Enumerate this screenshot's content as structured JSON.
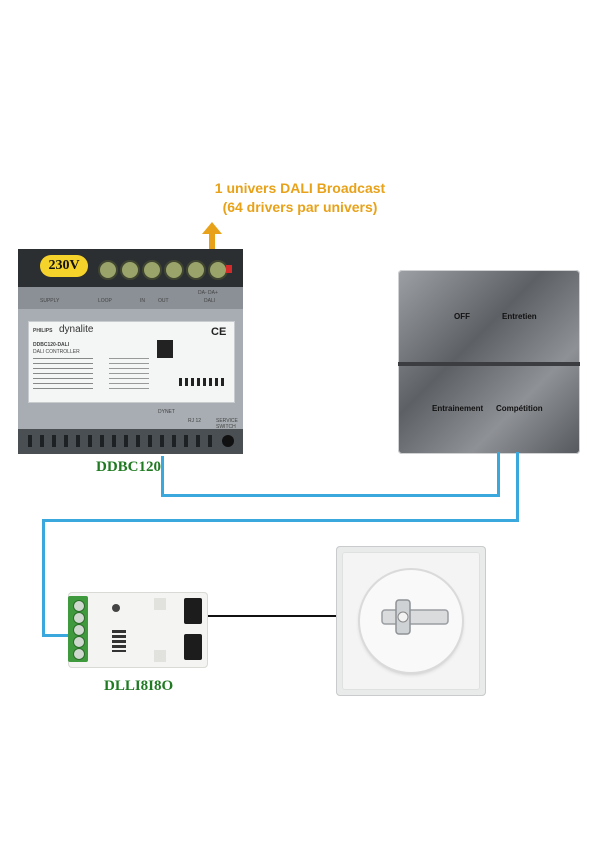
{
  "annotation": {
    "line1": "1 univers DALI Broadcast",
    "line2": "(64 drivers par univers)",
    "color": "#e8a21a"
  },
  "controller": {
    "name": "DDBC120",
    "voltage_badge": "230V",
    "brand": "dynalite",
    "maker": "PHILIPS",
    "terminal_labels": [
      "SUPPLY",
      "LOOP",
      "IN",
      "OUT",
      "DA- DA+",
      "DALI"
    ],
    "bottom_label": "DYNET",
    "rj12": "RJ 12",
    "service": "SERVICE SWITCH",
    "model_line": "DDBC120-DALI",
    "sub_line": "DALI CONTROLLER"
  },
  "panel": {
    "buttons": [
      "OFF",
      "Entretien",
      "Entrainement",
      "Compétition"
    ]
  },
  "module": {
    "name": "DLLI8I8O"
  },
  "colors": {
    "wire": "#3aa8dc",
    "label_green": "#1f7a22",
    "badge": "#f6d32b"
  }
}
